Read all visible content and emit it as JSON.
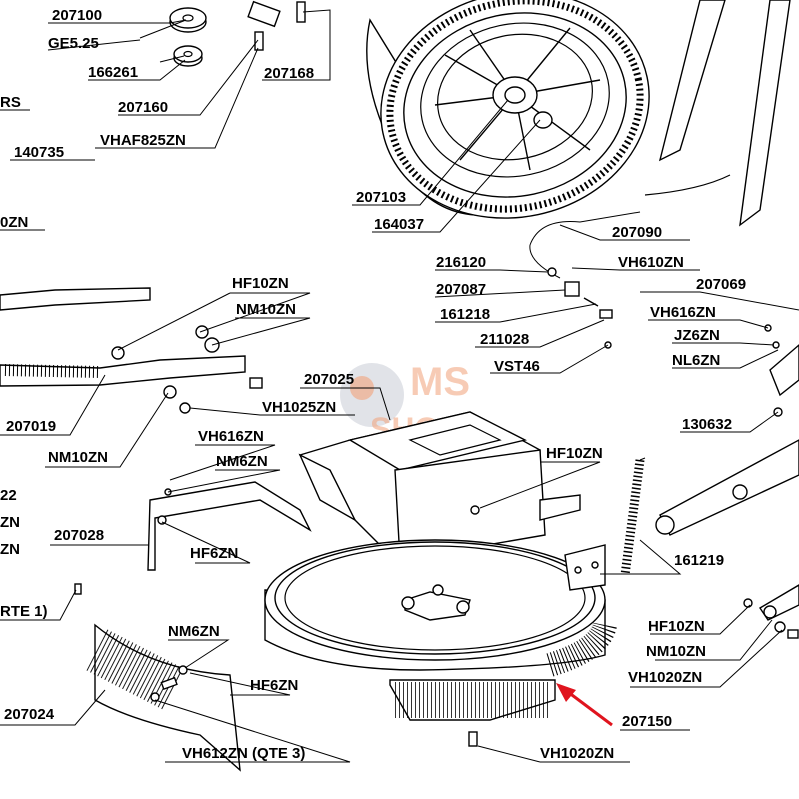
{
  "diagram": {
    "watermark": {
      "top": "MS",
      "bottom": "SHOP"
    },
    "labels": [
      "207100",
      "GE5.25",
      "166261",
      "207160",
      "VHAF825ZN",
      "207168",
      "RS",
      "140735",
      "0ZN",
      "207103",
      "164037",
      "207090",
      "216120",
      "207087",
      "161218",
      "211028",
      "VST46",
      "VH610ZN",
      "207069",
      "VH616ZN",
      "JZ6ZN",
      "NL6ZN",
      "130632",
      "HF10ZN",
      "NM10ZN",
      "207025",
      "VH1025ZN",
      "207019",
      "NM10ZN",
      "VH616ZN",
      "NM6ZN",
      "22",
      "ZN",
      "ZN",
      "207028",
      "HF6ZN",
      "HF10ZN",
      "161219",
      "RTE 1)",
      "HF10ZN",
      "NM10ZN",
      "VH1020ZN",
      "NM6ZN",
      "HF6ZN",
      "207024",
      "207150",
      "VH612ZN (QTE 3)",
      "VH1020ZN"
    ],
    "colors": {
      "arrow": "#e0141e",
      "line": "#000000",
      "watermark": "#f2a27a"
    }
  }
}
